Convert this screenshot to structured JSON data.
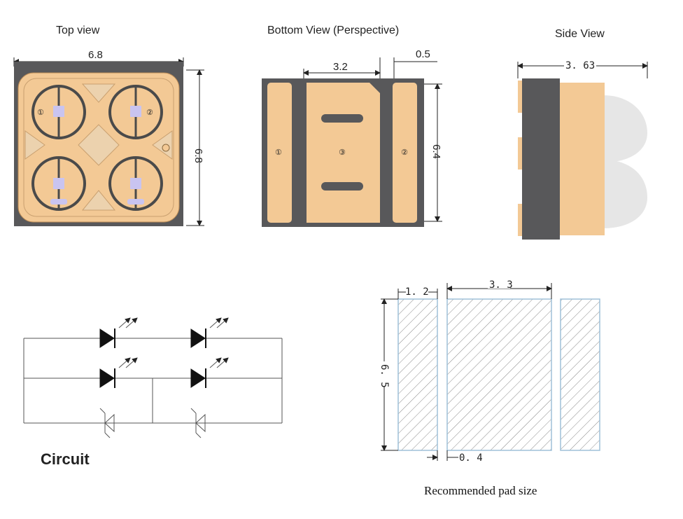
{
  "top_view": {
    "title": "Top view",
    "width_dim": "6.8",
    "height_dim": "6.8",
    "pins": [
      "①",
      "②"
    ]
  },
  "bottom_view": {
    "title": "Bottom View (Perspective)",
    "center_width_dim": "3.2",
    "gap_dim": "0.5",
    "height_dim": "6.4",
    "pins": [
      "①",
      "③",
      "②"
    ]
  },
  "side_view": {
    "title": "Side View",
    "width_dim": "3. 63"
  },
  "circuit": {
    "title": "Circuit"
  },
  "pad": {
    "side_pad_dim": "1. 2",
    "center_pad_dim": "3. 3",
    "height_dim": "6. 5",
    "gap_dim": "0. 4",
    "caption": "Recommended pad size"
  },
  "colors": {
    "body": "#58585a",
    "pad": "#f3c995",
    "lens": "#e6e6e6",
    "chip": "#c9c4f0",
    "ring": "#4a4a4a",
    "pad_outline": "#9fc0d8",
    "hatch": "#8a8a8a"
  }
}
